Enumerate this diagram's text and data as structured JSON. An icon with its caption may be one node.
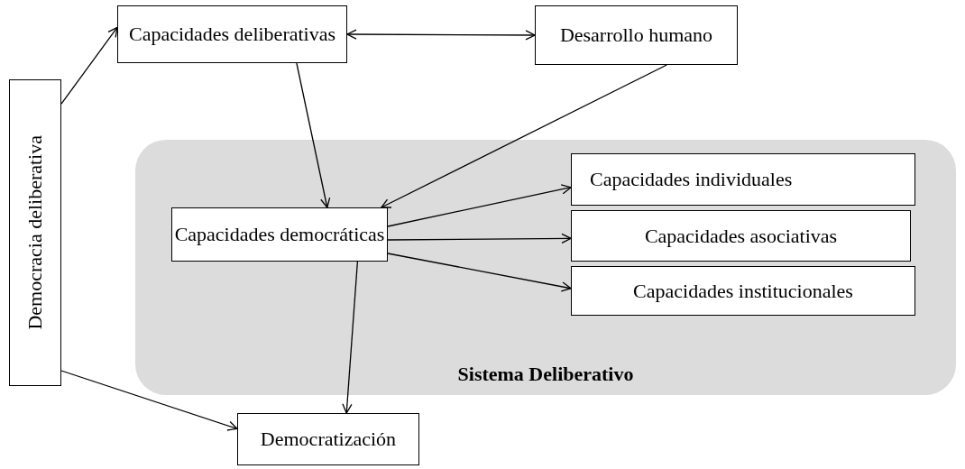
{
  "diagram": {
    "nodes": [
      {
        "text": [
          "Sistema Deliberativo"
        ]
      },
      {
        "text": [
          "Democracia deliberativa"
        ]
      },
      {
        "text": [
          "Capacidades deliberativas"
        ]
      },
      {
        "text": [
          "Desarrollo humano"
        ]
      },
      {
        "text": [
          "Capacidades democráticas"
        ],
        "in": 0
      },
      {
        "text": [
          "Capacidades individuales"
        ],
        "in": 0
      },
      {
        "text": [
          "Capacidades asociativas"
        ],
        "in": 0
      },
      {
        "text": [
          "Capacidades institucionales"
        ],
        "in": 0
      },
      {
        "text": [
          "Democratización"
        ]
      }
    ],
    "edges": [
      {
        "from": 1,
        "to": 2,
        "arrow": "to"
      },
      {
        "from": 2,
        "to": 3,
        "arrow": "both"
      },
      {
        "from": 2,
        "to": 4,
        "arrow": "to"
      },
      {
        "from": 3,
        "to": 4,
        "arrow": "to"
      },
      {
        "from": 4,
        "to": 5,
        "arrow": "to"
      },
      {
        "from": 4,
        "to": 6,
        "arrow": "to"
      },
      {
        "from": 4,
        "to": 7,
        "arrow": "to"
      },
      {
        "from": 4,
        "to": 8,
        "arrow": "to"
      },
      {
        "from": 1,
        "to": 8,
        "arrow": "to"
      }
    ]
  }
}
